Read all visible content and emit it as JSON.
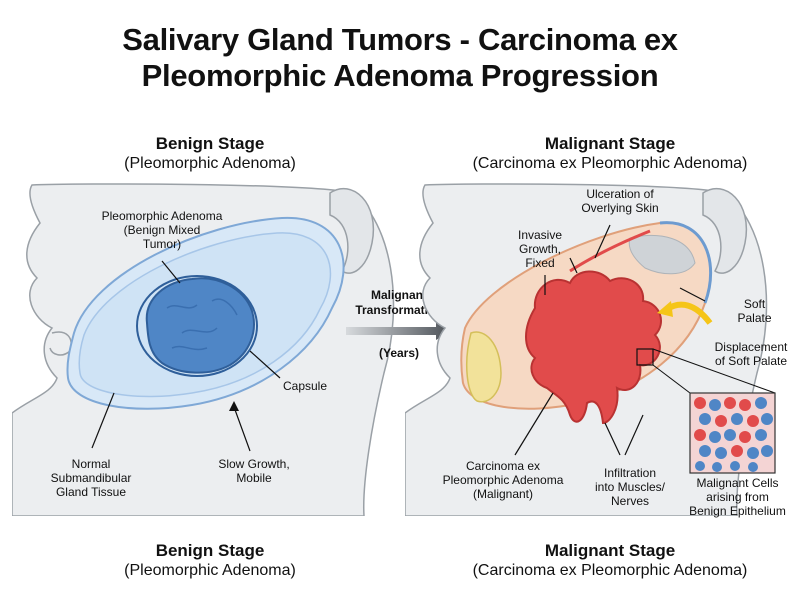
{
  "title": {
    "line1": "Salivary Gland Tumors - Carcinoma ex",
    "line2": "Pleomorphic Adenoma Progression"
  },
  "benign": {
    "heading": "Benign Stage",
    "subheading": "(Pleomorphic Adenoma)",
    "labels": {
      "tumor": [
        "Pleomorphic Adenoma",
        "(Benign Mixed",
        "Tumor)"
      ],
      "capsule": "Capsule",
      "normal": [
        "Normal",
        "Submandibular",
        "Gland Tissue"
      ],
      "growth": [
        "Slow Growth,",
        "Mobile"
      ]
    }
  },
  "transition": {
    "label1": "Malignant",
    "label2": "Transformation",
    "label3": "(Years)"
  },
  "malignant": {
    "heading": "Malignant Stage",
    "subheading": "(Carcinoma ex Pleomorphic Adenoma)",
    "labels": {
      "ulceration": [
        "Ulceration of",
        "Overlying Skin"
      ],
      "invasive": [
        "Invasive",
        "Growth,",
        "Fixed"
      ],
      "soft_palate": [
        "Soft",
        "Palate"
      ],
      "displacement": [
        "Displacement",
        "of Soft Palate"
      ],
      "carcinoma": [
        "Carcinoma ex",
        "Pleomorphic Adenoma",
        "(Malignant)"
      ],
      "infiltration": [
        "Infiltration",
        "into Muscles/",
        "Nerves"
      ],
      "cells": [
        "Malignant Cells",
        "arising from",
        "Benign Epithelium"
      ]
    }
  },
  "colors": {
    "skin": "#eceef0",
    "gland": "#cfe3f5",
    "tumor_benign": "#4f86c6",
    "tumor_malignant": "#e14b4b",
    "arrow_yellow": "#f5c518"
  }
}
